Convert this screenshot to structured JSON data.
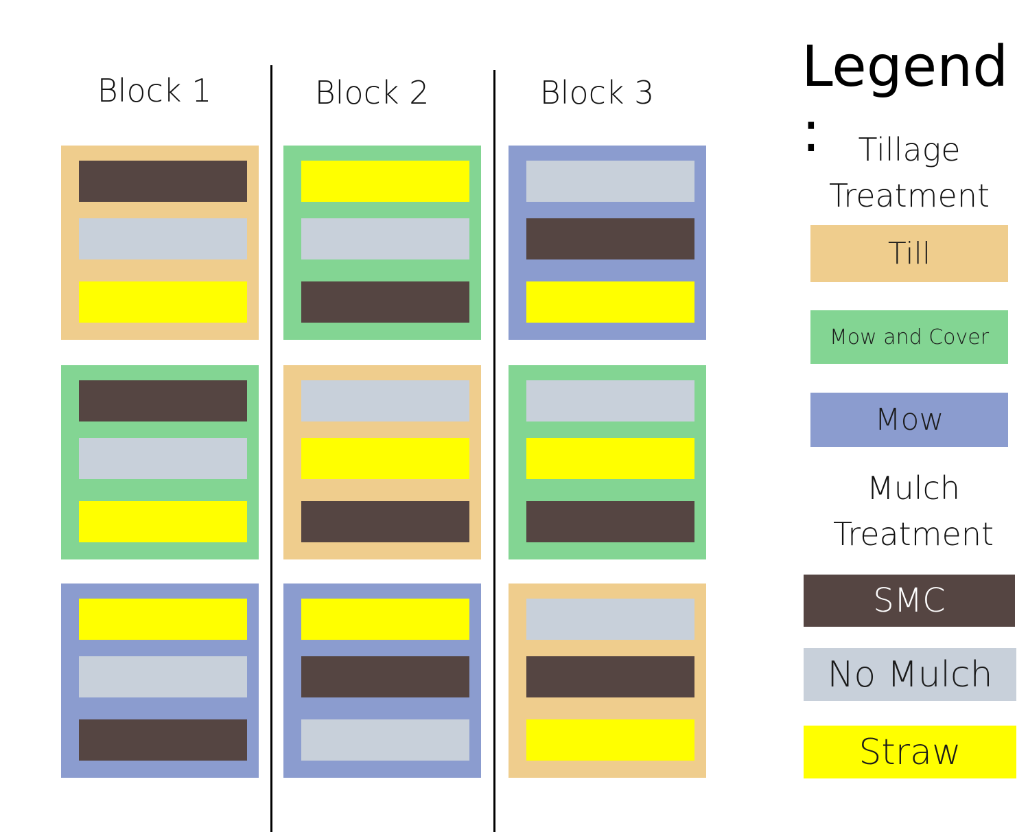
{
  "colors": {
    "Till": "#efcd8d",
    "Mow and Cover": "#83d593",
    "Mow": "#8b9ccf",
    "SMC": "#554542",
    "No Mulch": "#c8d0da",
    "Straw": "#ffff00"
  },
  "blocks": [
    {
      "title": "Block 1",
      "plots": [
        {
          "tillage": "Till",
          "mulch": [
            "SMC",
            "No Mulch",
            "Straw"
          ]
        },
        {
          "tillage": "Mow and Cover",
          "mulch": [
            "SMC",
            "No Mulch",
            "Straw"
          ]
        },
        {
          "tillage": "Mow",
          "mulch": [
            "Straw",
            "No Mulch",
            "SMC"
          ]
        }
      ]
    },
    {
      "title": "Block 2",
      "plots": [
        {
          "tillage": "Mow and Cover",
          "mulch": [
            "Straw",
            "No Mulch",
            "SMC"
          ]
        },
        {
          "tillage": "Till",
          "mulch": [
            "No Mulch",
            "Straw",
            "SMC"
          ]
        },
        {
          "tillage": "Mow",
          "mulch": [
            "Straw",
            "SMC",
            "No Mulch"
          ]
        }
      ]
    },
    {
      "title": "Block 3",
      "plots": [
        {
          "tillage": "Mow",
          "mulch": [
            "No Mulch",
            "SMC",
            "Straw"
          ]
        },
        {
          "tillage": "Mow and Cover",
          "mulch": [
            "No Mulch",
            "Straw",
            "SMC"
          ]
        },
        {
          "tillage": "Till",
          "mulch": [
            "No Mulch",
            "SMC",
            "Straw"
          ]
        }
      ]
    }
  ],
  "legend": {
    "title": "Legend :",
    "tillage_heading": "Tillage Treatment",
    "tillage": [
      "Till",
      "Mow and Cover",
      "Mow"
    ],
    "mulch_heading": "Mulch Treatment",
    "mulch": [
      "SMC",
      "No Mulch",
      "Straw"
    ]
  }
}
